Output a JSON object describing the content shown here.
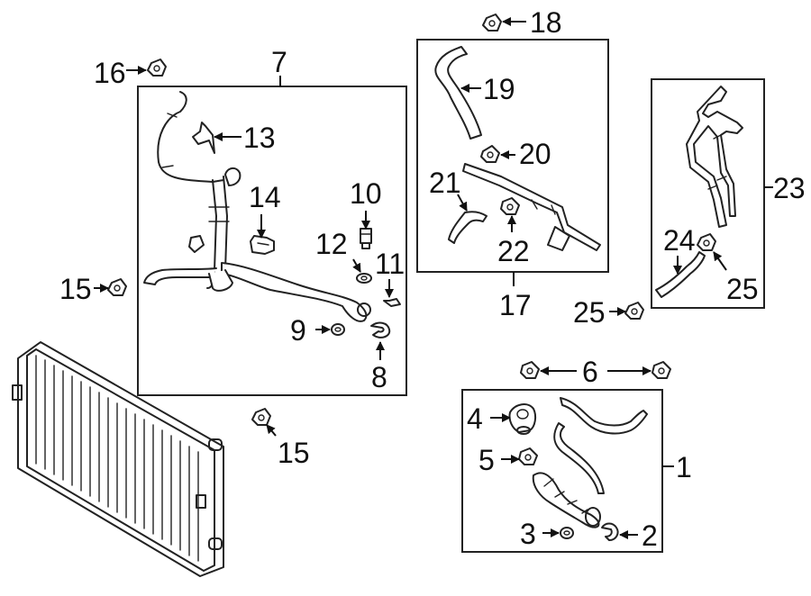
{
  "callouts": [
    {
      "id": "c1",
      "text": "1"
    },
    {
      "id": "c2",
      "text": "2"
    },
    {
      "id": "c3",
      "text": "3"
    },
    {
      "id": "c4",
      "text": "4"
    },
    {
      "id": "c5",
      "text": "5"
    },
    {
      "id": "c6",
      "text": "6"
    },
    {
      "id": "c7",
      "text": "7"
    },
    {
      "id": "c8",
      "text": "8"
    },
    {
      "id": "c9",
      "text": "9"
    },
    {
      "id": "c10",
      "text": "10"
    },
    {
      "id": "c11",
      "text": "11"
    },
    {
      "id": "c12",
      "text": "12"
    },
    {
      "id": "c13",
      "text": "13"
    },
    {
      "id": "c14",
      "text": "14"
    },
    {
      "id": "c15a",
      "text": "15"
    },
    {
      "id": "c15b",
      "text": "15"
    },
    {
      "id": "c16",
      "text": "16"
    },
    {
      "id": "c17",
      "text": "17"
    },
    {
      "id": "c18",
      "text": "18"
    },
    {
      "id": "c19",
      "text": "19"
    },
    {
      "id": "c20",
      "text": "20"
    },
    {
      "id": "c21",
      "text": "21"
    },
    {
      "id": "c22",
      "text": "22"
    },
    {
      "id": "c23",
      "text": "23"
    },
    {
      "id": "c24",
      "text": "24"
    },
    {
      "id": "c25a",
      "text": "25"
    },
    {
      "id": "c25b",
      "text": "25"
    }
  ]
}
